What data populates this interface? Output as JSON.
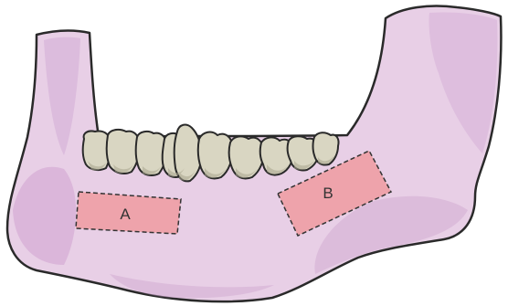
{
  "colors": {
    "background": "#ffffff",
    "bone_fill": "#e8cfe6",
    "bone_shade": "#cfa3cf",
    "bone_outline": "#2a2a2a",
    "teeth_fill": "#d9d6c2",
    "teeth_shade": "#a9a58e",
    "region_fill": "#eea3ab",
    "region_border": "#333333"
  },
  "regions": [
    {
      "id": "A",
      "label": "A"
    },
    {
      "id": "B",
      "label": "B"
    }
  ]
}
